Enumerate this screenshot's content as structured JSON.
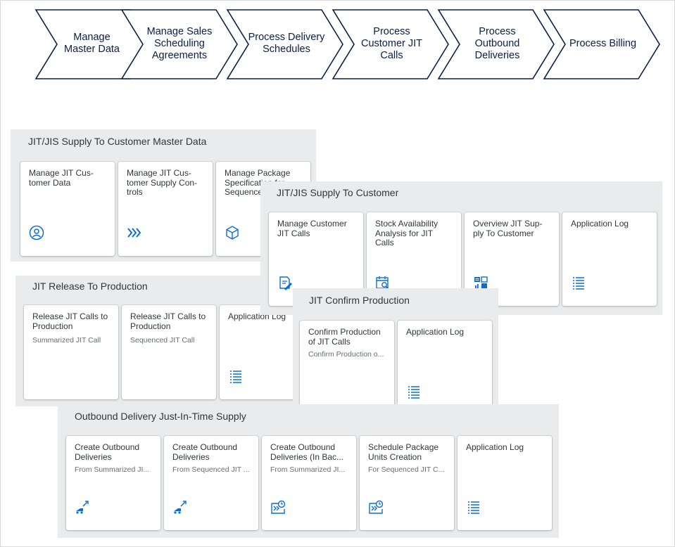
{
  "process_steps": [
    {
      "label": "Manage\nMaster Data"
    },
    {
      "label": "Manage Sales\nScheduling\nAgreements"
    },
    {
      "label": "Process Delivery\nSchedules"
    },
    {
      "label": "Process\nCustomer JIT\nCalls"
    },
    {
      "label": "Process\nOutbound\nDeliveries"
    },
    {
      "label": "Process Billing"
    }
  ],
  "groups": {
    "master_data": {
      "title": "JIT/JIS Supply To Customer Master Data",
      "tiles": [
        {
          "title": "Manage JIT Cus-\ntomer Data",
          "icon": "customer-icon"
        },
        {
          "title": "Manage JIT Cus-\ntomer Supply Con-\ntrols",
          "icon": "double-chevron-icon"
        },
        {
          "title": "Manage Package\nSpecification for\nSequenced",
          "icon": "package-icon"
        }
      ]
    },
    "supply_to_customer": {
      "title": "JIT/JIS Supply To Customer",
      "tiles": [
        {
          "title": "Manage Customer\nJIT Calls",
          "icon": "edit-document-icon"
        },
        {
          "title": "Stock Availability\nAnalysis for JIT\nCalls",
          "icon": "calendar-search-icon"
        },
        {
          "title": "Overview JIT Sup-\nply To Customer",
          "icon": "dashboard-icon"
        },
        {
          "title": "Application Log",
          "icon": "list-icon"
        }
      ]
    },
    "release_to_production": {
      "title": "JIT Release To Production",
      "tiles": [
        {
          "title": "Release JIT Calls to\nProduction",
          "subtitle": "Summarized JIT Call",
          "icon": ""
        },
        {
          "title": "Release JIT Calls to\nProduction",
          "subtitle": "Sequenced JIT Call",
          "icon": ""
        },
        {
          "title": "Application Log",
          "icon": "list-icon"
        }
      ]
    },
    "confirm_production": {
      "title": "JIT Confirm Production",
      "tiles": [
        {
          "title": "Confirm Production\nof JIT Calls",
          "subtitle": "Confirm Production o...",
          "icon": ""
        },
        {
          "title": "Application Log",
          "icon": "list-icon"
        }
      ]
    },
    "outbound_delivery": {
      "title": "Outbound Delivery Just-In-Time Supply",
      "tiles": [
        {
          "title": "Create Outbound\nDeliveries",
          "subtitle": "From Summarized JI...",
          "icon": "forklift-icon"
        },
        {
          "title": "Create Outbound\nDeliveries",
          "subtitle": "From Sequenced JIT ...",
          "icon": "forklift-icon"
        },
        {
          "title": "Create Outbound\nDeliveries (In Bac...",
          "subtitle": "From Summarized JI...",
          "icon": "delivery-schedule-icon"
        },
        {
          "title": "Schedule Package\nUnits Creation",
          "subtitle": "For Sequenced JIT C...",
          "icon": "delivery-schedule-icon"
        },
        {
          "title": "Application Log",
          "icon": "list-icon"
        }
      ]
    }
  },
  "colors": {
    "chevron_stroke": "#0a1f44",
    "icon_blue": "#0a6ed1",
    "group_bg": "#e9ebec",
    "tile_bg": "#ffffff"
  }
}
